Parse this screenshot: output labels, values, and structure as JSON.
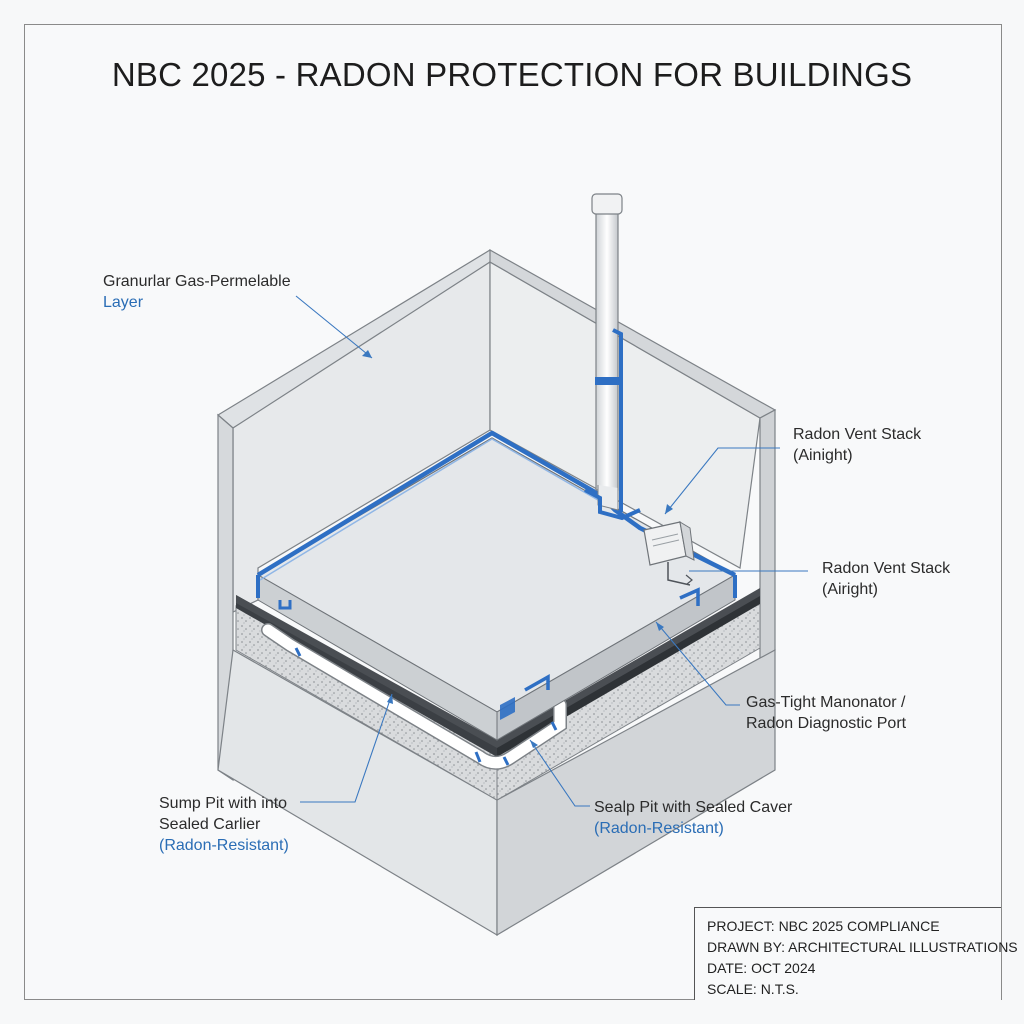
{
  "title": "NBC 2025 - RADON PROTECTION FOR BUILDINGS",
  "callouts": {
    "granular": {
      "line1": "Granurlar Gas-Permelable",
      "line2": "Layer"
    },
    "vent_stack_1": {
      "line1": "Radon Vent Stack",
      "line2": "(Ainight)"
    },
    "vent_stack_2": {
      "line1": "Radon Vent Stack",
      "line2": "(Airight)"
    },
    "manometer": {
      "line1": "Gas-Tight Manonator /",
      "line2": "Radon Diagnostic Port"
    },
    "sump_pit": {
      "line1": "Sump Pit with into",
      "line2": "Sealed Carlier",
      "line3": "(Radon-Resistant)"
    },
    "sealp_pit": {
      "line1": "Sealp Pit with Sealed Caver",
      "line2": "(Radon-Resistant)"
    }
  },
  "title_block": {
    "project": "PROJECT: NBC 2025 COMPLIANCE",
    "drawn_by": "DRAWN BY: ARCHITECTURAL ILLUSTRATIONS",
    "date": "DATE: OCT 2024",
    "scale": "SCALE: N.T.S."
  },
  "colors": {
    "accent_blue": "#2e6fc4",
    "leader_blue": "#3a78c0",
    "concrete_light": "#e9ebed",
    "concrete_mid": "#d7dadd",
    "membrane_dark": "#3b3f44"
  },
  "icons": {
    "vent_pipe": "vent-pipe-icon",
    "manometer_box": "manometer-box-icon"
  }
}
